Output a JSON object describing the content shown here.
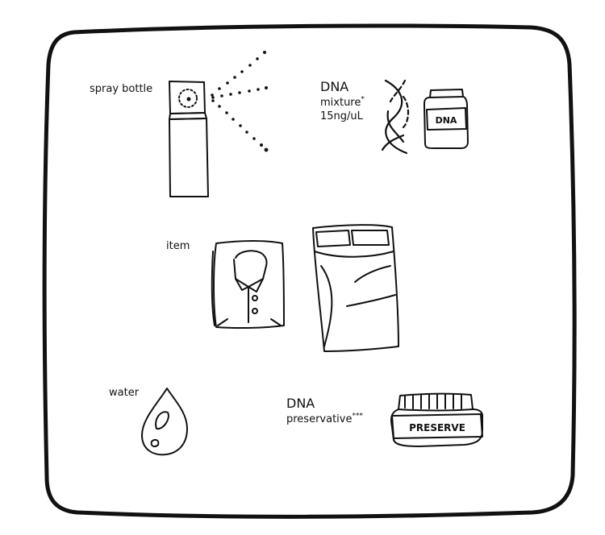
{
  "labels": {
    "spray_bottle": "spray bottle",
    "dna_title": "DNA",
    "dna_mixture": "mixture",
    "dna_mixture_mark": "*",
    "dna_concentration": "15ng/uL",
    "item": "item",
    "water": "water",
    "preservative_title": "DNA",
    "preservative": "preservative",
    "preservative_mark": "***"
  },
  "jars": {
    "dna_jar_label": "DNA",
    "preserve_jar_label": "PRESERVE"
  }
}
